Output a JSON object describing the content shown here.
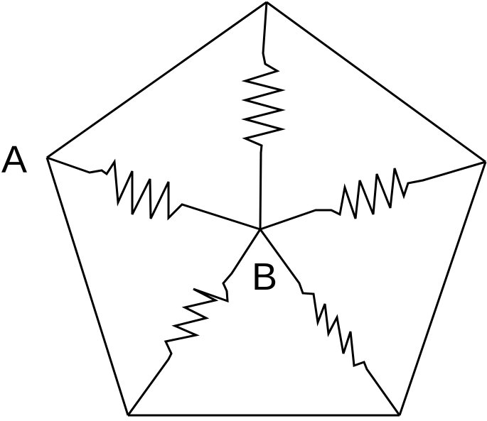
{
  "diagram": {
    "labels": {
      "node_a": "A",
      "node_b": "B"
    },
    "colors": {
      "stroke": "#000000",
      "background": "#ffffff"
    },
    "elements": {
      "outer_edges": 5,
      "resistors": 5
    }
  }
}
